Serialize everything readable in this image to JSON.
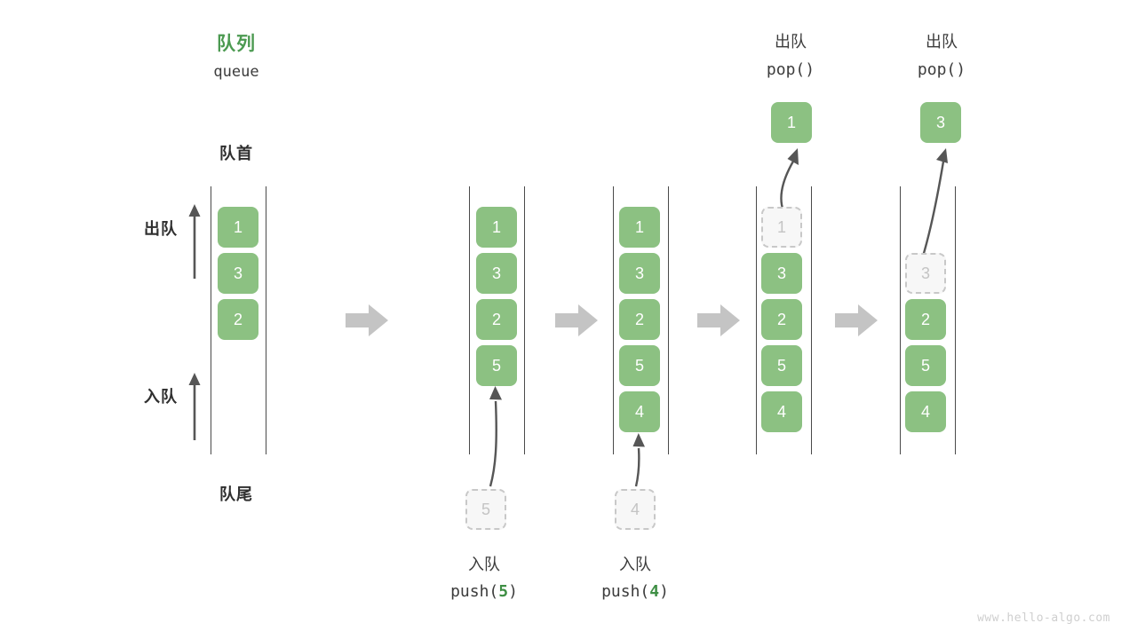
{
  "diagram": {
    "title_cn": "队列",
    "title_en": "queue",
    "front_label": "队首",
    "rear_label": "队尾",
    "dequeue_side_label": "出队",
    "enqueue_side_label": "入队",
    "watermark": "www.hello-algo.com",
    "colors": {
      "element_fill": "#8cc182",
      "element_text": "#ffffff",
      "ghost_fill": "#f7f7f7",
      "ghost_border": "#c8c8c8",
      "ghost_text": "#c4c4c4",
      "title_green": "#4c9a51",
      "code_highlight_green": "#3f8f45",
      "rail": "#4a4a4a",
      "transition_arrow": "#c4c4c4",
      "thin_arrow": "#565656",
      "watermark": "#cfcfcf"
    }
  },
  "stages": [
    {
      "id": "initial",
      "caption_cn": "",
      "caption_code_prefix": "",
      "caption_code_arg": "",
      "caption_code_suffix": "",
      "header_cn": "",
      "header_code": "",
      "elements": [
        "1",
        "3",
        "2"
      ],
      "ghost_index": -1,
      "detached_value": "",
      "incoming_value": ""
    },
    {
      "id": "push-5",
      "caption_cn": "入队",
      "caption_code_prefix": "push(",
      "caption_code_arg": "5",
      "caption_code_suffix": ")",
      "header_cn": "",
      "header_code": "",
      "elements": [
        "1",
        "3",
        "2",
        "5"
      ],
      "ghost_index": -1,
      "detached_value": "",
      "incoming_value": "5"
    },
    {
      "id": "push-4",
      "caption_cn": "入队",
      "caption_code_prefix": "push(",
      "caption_code_arg": "4",
      "caption_code_suffix": ")",
      "header_cn": "",
      "header_code": "",
      "elements": [
        "1",
        "3",
        "2",
        "5",
        "4"
      ],
      "ghost_index": -1,
      "detached_value": "",
      "incoming_value": "4"
    },
    {
      "id": "pop-1",
      "caption_cn": "",
      "caption_code_prefix": "",
      "caption_code_arg": "",
      "caption_code_suffix": "",
      "header_cn": "出队",
      "header_code": "pop()",
      "elements": [
        "1",
        "3",
        "2",
        "5",
        "4"
      ],
      "ghost_index": 0,
      "detached_value": "1",
      "incoming_value": ""
    },
    {
      "id": "pop-3",
      "caption_cn": "",
      "caption_code_prefix": "",
      "caption_code_arg": "",
      "caption_code_suffix": "",
      "header_cn": "出队",
      "header_code": "pop()",
      "elements": [
        "3",
        "2",
        "5",
        "4"
      ],
      "ghost_index": 0,
      "detached_value": "3",
      "incoming_value": ""
    }
  ]
}
